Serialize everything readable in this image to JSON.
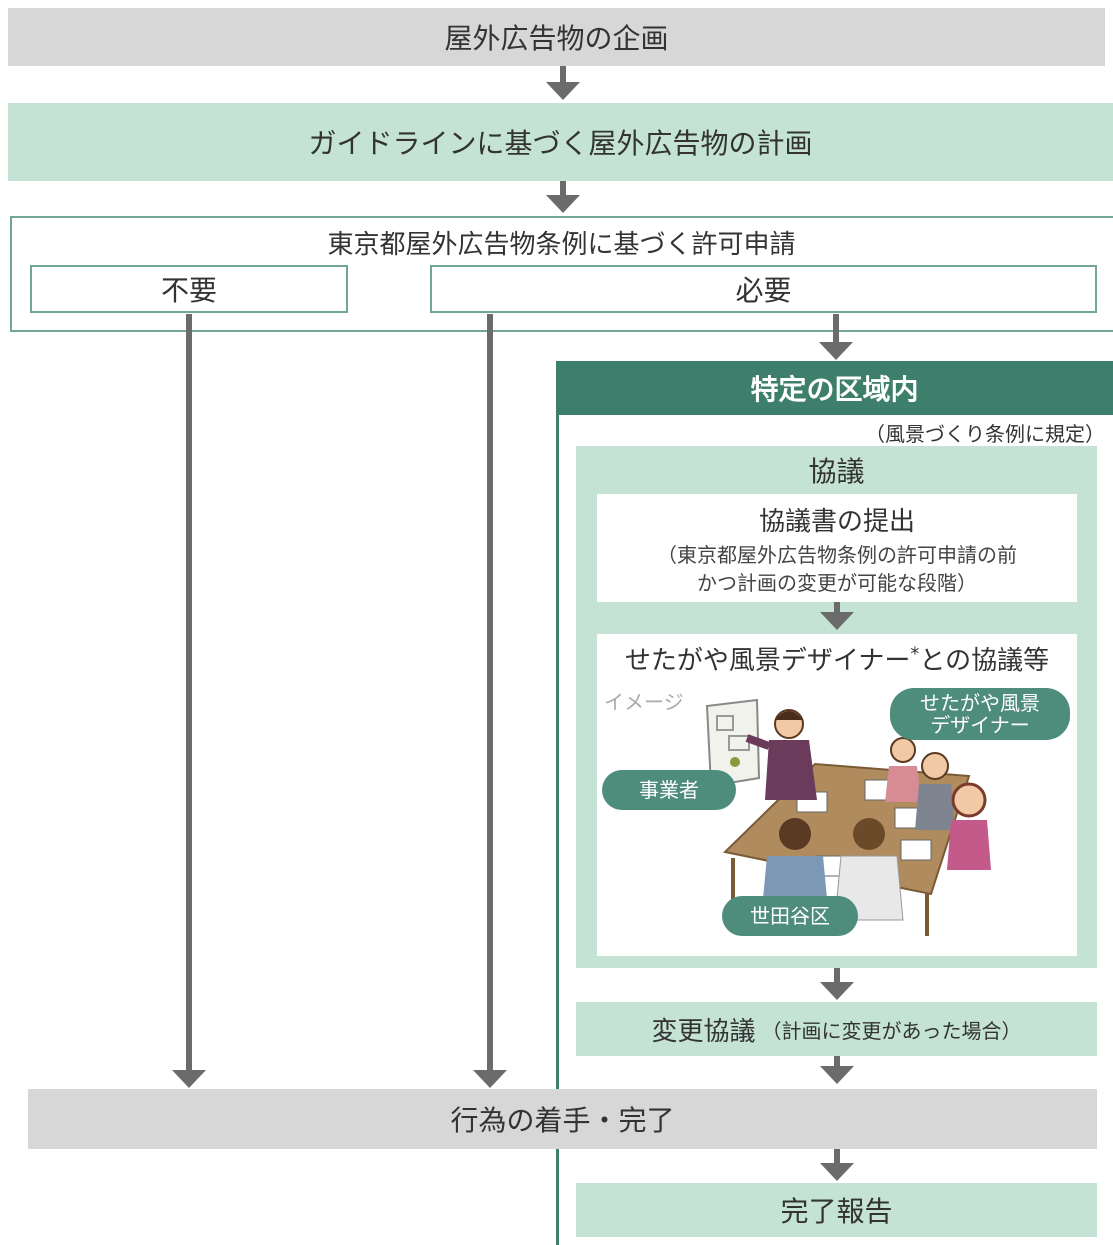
{
  "steps": {
    "planning": "屋外広告物の企画",
    "guideline_plan": "ガイドラインに基づく屋外広告物の計画",
    "permit": {
      "title": "東京都屋外広告物条例に基づく許可申請",
      "not_required": "不要",
      "required": "必要"
    },
    "area": {
      "title": "特定の区域内",
      "note": "（風景づくり条例に規定）",
      "consultation": {
        "title": "協議",
        "submission": {
          "title": "協議書の提出",
          "line1": "（東京都屋外広告物条例の許可申請の前",
          "line2": "かつ計画の変更が可能な段階）"
        },
        "designer_meeting": {
          "title": "せたがや風景デザイナー",
          "asterisk": "*",
          "title_suffix": "との協議等",
          "image_caption": "イメージ",
          "labels": {
            "designer_line1": "せたがや風景",
            "designer_line2": "デザイナー",
            "business": "事業者",
            "ward": "世田谷区"
          }
        }
      },
      "change": {
        "title": "変更協議",
        "note": "（計画に変更があった場合）"
      },
      "report": "完了報告"
    },
    "completion": "行為の着手・完了"
  },
  "colors": {
    "gray": "#d7d7d7",
    "mint": "#c4e3d5",
    "dark_green": "#3e7f6c",
    "arrow": "#6b6b6b"
  }
}
